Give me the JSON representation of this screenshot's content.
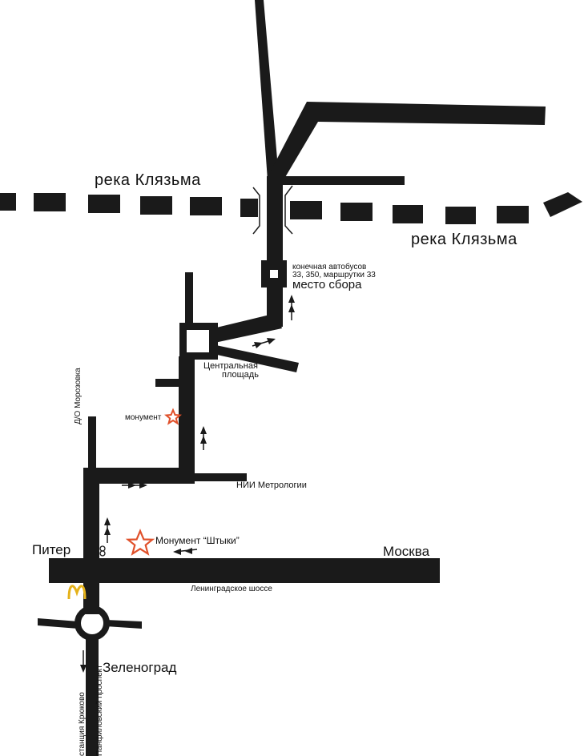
{
  "map": {
    "colors": {
      "road": "#1a1a1a",
      "river": "#1a1a1a",
      "monument": "#e0502a",
      "mcdonalds": "#e5b21a",
      "background": "#ffffff"
    },
    "icons": {
      "monument": "star-outline-icon",
      "restaurant": "mcdonalds-arches-icon",
      "direction": "arrow-icon",
      "bridge": "bridge-icon"
    },
    "labels": {
      "river_upper": "река Клязьма",
      "river_lower": "река Клязьма",
      "bus_terminal_line1": "конечная автобусов",
      "bus_terminal_line2": "33, 350, маршрутки 33",
      "meeting_point": "место сбора",
      "central_square_line1": "Центральная",
      "central_square_line2": "площадь",
      "monument": "монумент",
      "d_o_morozovka": "Д/О Морозовка",
      "nii_metrology": "НИИ Метрологии",
      "monument_shtyki": "Монумент “Штыки”",
      "piter": "Питер",
      "moskva": "Москва",
      "leningradskoe_shosse": "Ленинградское шоссе",
      "zelenograd": "Зеленоград",
      "station_kryukovo": "станция Крюково",
      "panfilovsky_prospekt": "Панфиловский проспект"
    }
  }
}
